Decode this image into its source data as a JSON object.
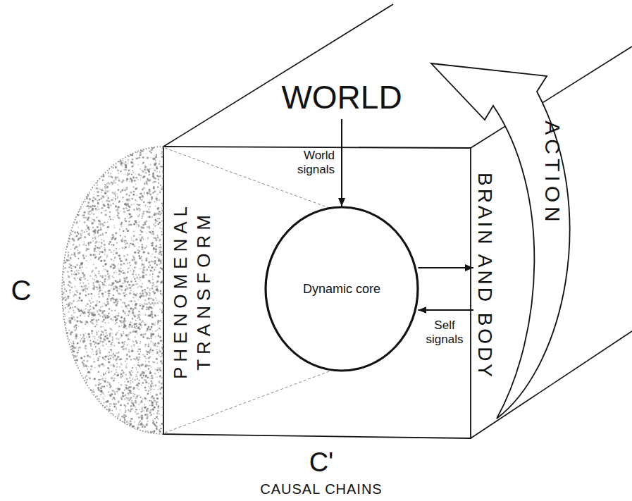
{
  "diagram": {
    "nodes": [
      {
        "text": [
          "WORLD"
        ]
      },
      {
        "text": [
          "Dynamic core"
        ]
      },
      {
        "text": [
          "BRAIN AND BODY"
        ]
      }
    ],
    "edges": [
      {
        "from": 0,
        "to": 1,
        "arrow": "to",
        "label": "World signals"
      },
      {
        "from": 1,
        "to": 2,
        "arrow": "to"
      },
      {
        "from": 2,
        "to": 1,
        "arrow": "to",
        "label": "Self signals"
      }
    ],
    "labels": [
      "PHENOMENAL TRANSFORM",
      "ACTION",
      "C",
      "C'",
      "CAUSAL CHAINS"
    ]
  }
}
